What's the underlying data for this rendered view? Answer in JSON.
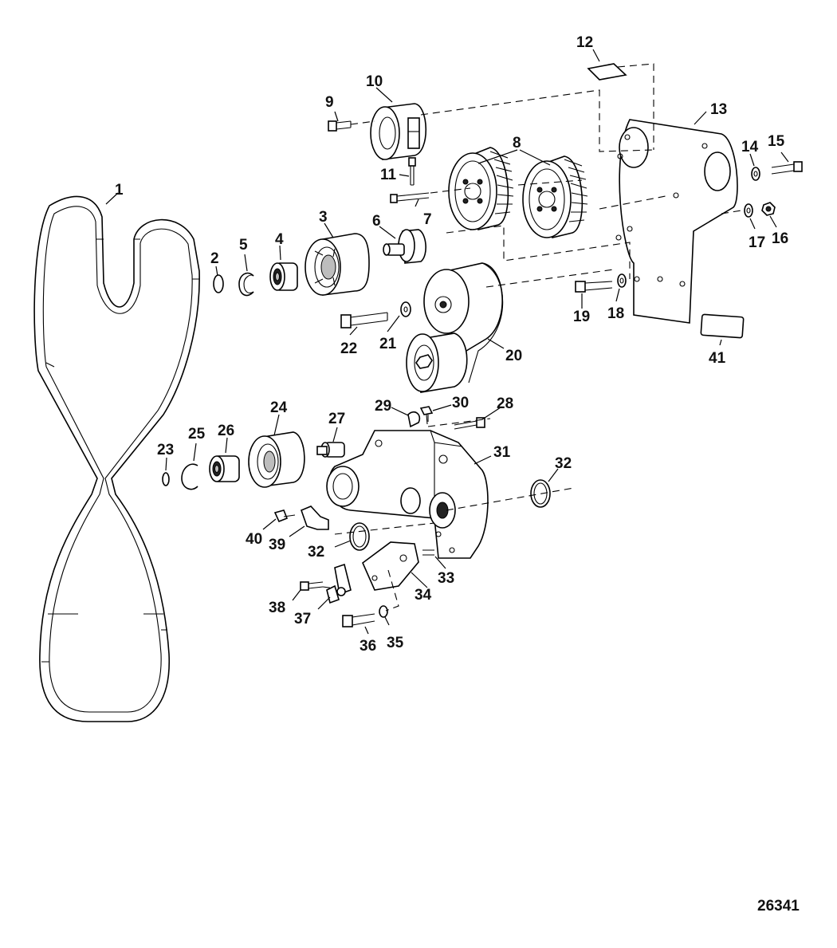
{
  "figure_number": "26341",
  "callouts": {
    "c1": "1",
    "c2": "2",
    "c3": "3",
    "c4": "4",
    "c5": "5",
    "c6": "6",
    "c7": "7",
    "c8": "8",
    "c9": "9",
    "c10": "10",
    "c11": "11",
    "c12": "12",
    "c13": "13",
    "c14": "14",
    "c15": "15",
    "c16": "16",
    "c17": "17",
    "c18": "18",
    "c19": "19",
    "c20": "20",
    "c21": "21",
    "c22": "22",
    "c23": "23",
    "c24": "24",
    "c25": "25",
    "c26": "26",
    "c27": "27",
    "c28": "28",
    "c29": "29",
    "c30": "30",
    "c31": "31",
    "c32": "32",
    "c33": "33",
    "c34": "34",
    "c35": "35",
    "c36": "36",
    "c37": "37",
    "c38": "38",
    "c39": "39",
    "c40": "40",
    "c41": "41"
  }
}
